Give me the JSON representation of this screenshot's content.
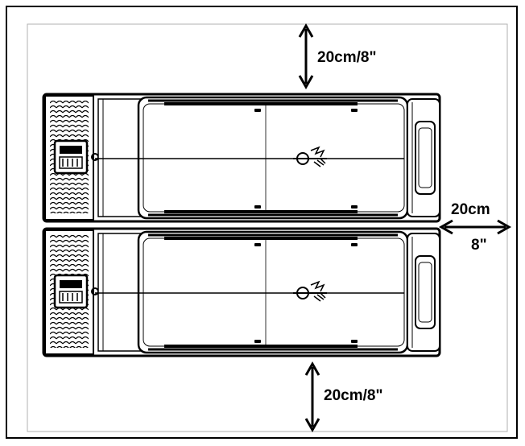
{
  "labels": {
    "top_clearance": "20cm/8\"",
    "right_clearance_top": "20cm",
    "right_clearance_bottom": "8\"",
    "bottom_clearance": "20cm/8\""
  },
  "colors": {
    "line": "#000000",
    "background": "#ffffff",
    "boundary": "#b0b0b0"
  }
}
